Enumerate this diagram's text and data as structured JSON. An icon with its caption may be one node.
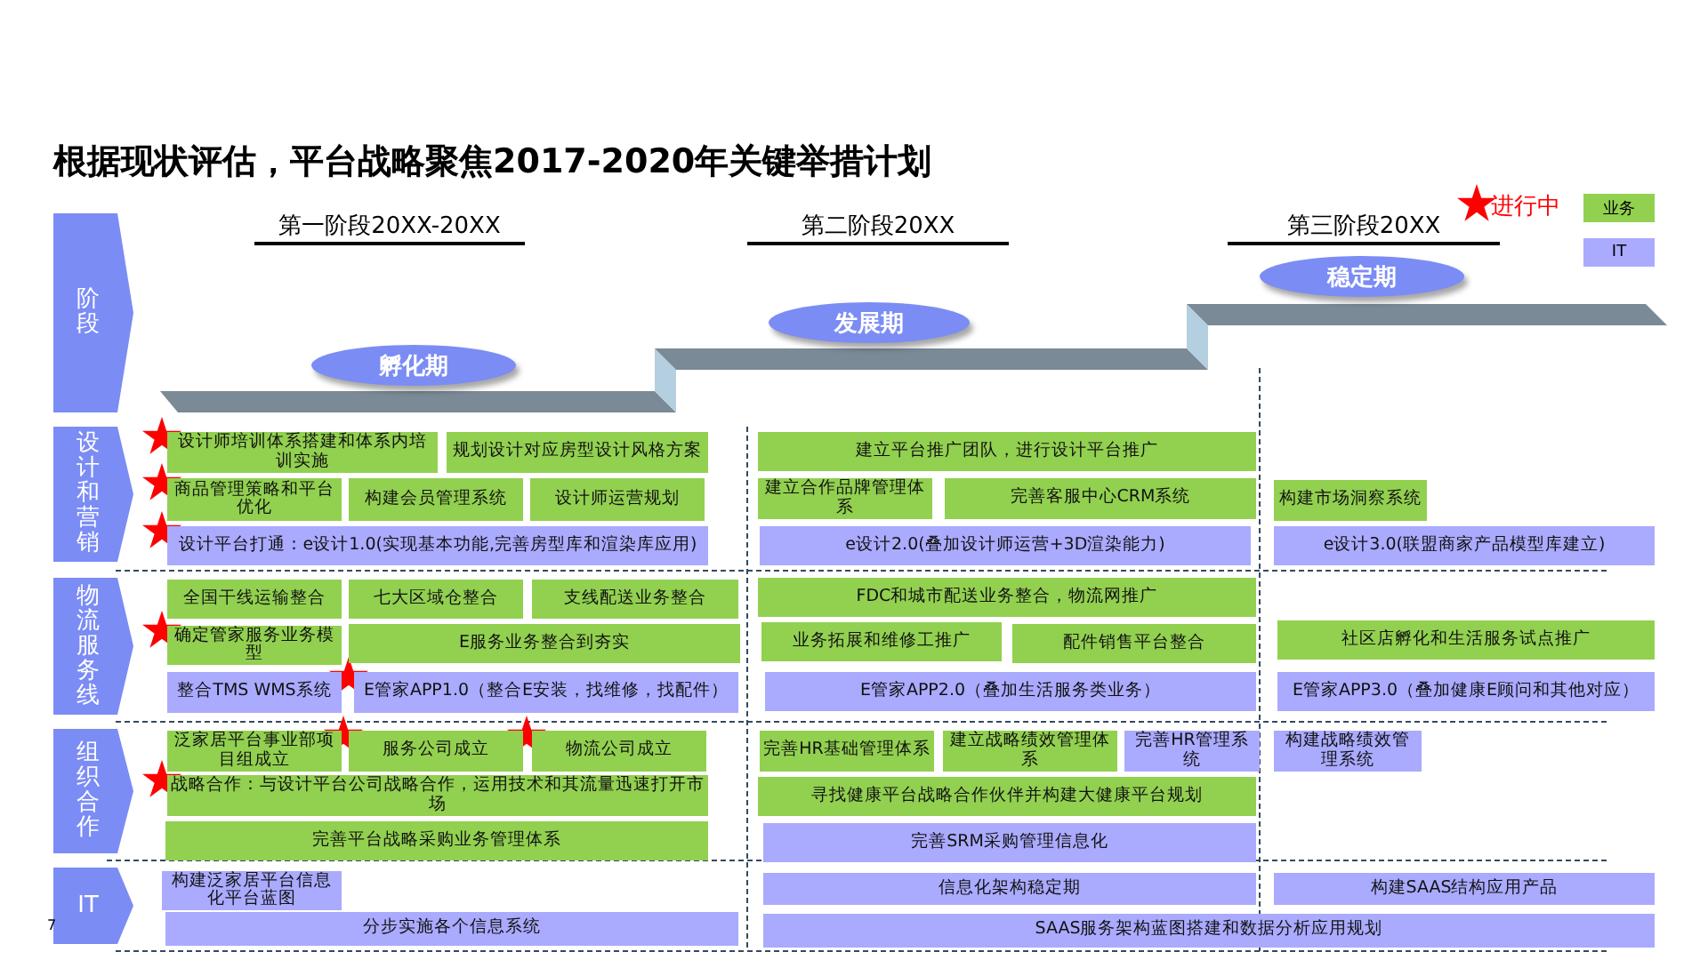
{
  "diagram": {
    "title": "根据现状评估，平台战略聚焦2017-2020年关键举措计划",
    "nodes": [
      {
        "text": [
          "阶段"
        ]
      },
      {
        "text": [
          "孵化期"
        ]
      },
      {
        "text": [
          "发展期"
        ]
      },
      {
        "text": [
          "稳定期"
        ]
      },
      {
        "text": [
          "设计和营销"
        ]
      },
      {
        "text": [
          "设计师培训体系搭建和体系内培训实施"
        ]
      },
      {
        "text": [
          "规划设计对应房型设计风格方案"
        ]
      },
      {
        "text": [
          "商品管理策略和平台优化"
        ]
      },
      {
        "text": [
          "构建会员管理系统"
        ]
      },
      {
        "text": [
          "设计师运营规划"
        ]
      },
      {
        "text": [
          "设计平台打通：e设计1.0(实现基本功能,完善房型库和渲染库应用)"
        ]
      },
      {
        "text": [
          "建立平台推广团队，进行设计平台推广"
        ]
      },
      {
        "text": [
          "建立合作品牌管理体系"
        ]
      },
      {
        "text": [
          "完善客服中心CRM系统"
        ]
      },
      {
        "text": [
          "e设计2.0(叠加设计师运营+3D渲染能力)"
        ]
      },
      {
        "text": [
          "构建市场洞察系统"
        ]
      },
      {
        "text": [
          "e设计3.0(联盟商家产品模型库建立)"
        ]
      },
      {
        "text": [
          "物流服务线"
        ]
      },
      {
        "text": [
          "全国干线运输整合"
        ]
      },
      {
        "text": [
          "七大区域仓整合"
        ]
      },
      {
        "text": [
          "支线配送业务整合"
        ]
      },
      {
        "text": [
          "确定管家服务业务模型"
        ]
      },
      {
        "text": [
          "E服务业务整合到夯实"
        ]
      },
      {
        "text": [
          "整合TMS WMS系统"
        ]
      },
      {
        "text": [
          "E管家APP1.0（整合E安装，找维修，找配件）"
        ]
      },
      {
        "text": [
          "FDC和城市配送业务整合，物流网推广"
        ]
      },
      {
        "text": [
          "业务拓展和维修工推广"
        ]
      },
      {
        "text": [
          "配件销售平台整合"
        ]
      },
      {
        "text": [
          "E管家APP2.0（叠加生活服务类业务）"
        ]
      },
      {
        "text": [
          "社区店孵化和生活服务试点推广"
        ]
      },
      {
        "text": [
          "E管家APP3.0（叠加健康E顾问和其他对应）"
        ]
      },
      {
        "text": [
          "组织合作"
        ]
      },
      {
        "text": [
          "泛家居平台事业部项目组成立"
        ]
      },
      {
        "text": [
          "服务公司成立"
        ]
      },
      {
        "text": [
          "物流公司成立"
        ]
      },
      {
        "text": [
          "战略合作：与设计平台公司战略合作，运用技术和其流量迅速打开市场"
        ]
      },
      {
        "text": [
          "完善平台战略采购业务管理体系"
        ]
      },
      {
        "text": [
          "完善HR基础管理体系"
        ]
      },
      {
        "text": [
          "建立战略绩效管理体系"
        ]
      },
      {
        "text": [
          "完善HR管理系统"
        ]
      },
      {
        "text": [
          "构建战略绩效管理系统"
        ]
      },
      {
        "text": [
          "寻找健康平台战略合作伙伴并构建大健康平台规划"
        ]
      },
      {
        "text": [
          "完善SRM采购管理信息化"
        ]
      },
      {
        "text": [
          "IT"
        ]
      },
      {
        "text": [
          "构建泛家居平台信息化平台蓝图"
        ]
      },
      {
        "text": [
          "分步实施各个信息系统"
        ]
      },
      {
        "text": [
          "信息化架构稳定期"
        ]
      },
      {
        "text": [
          "SAAS服务架构蓝图搭建和数据分析应用规划"
        ]
      },
      {
        "text": [
          "构建SAAS结构应用产品"
        ]
      }
    ],
    "labels": [
      "第一阶段20XX-20XX",
      "第二阶段20XX",
      "第三阶段20XX",
      "7"
    ],
    "legend": [
      {
        "text": "进行中"
      },
      {
        "text": "业务",
        "color": "#92d050"
      },
      {
        "text": "IT",
        "color": "#aaaaff"
      }
    ]
  }
}
